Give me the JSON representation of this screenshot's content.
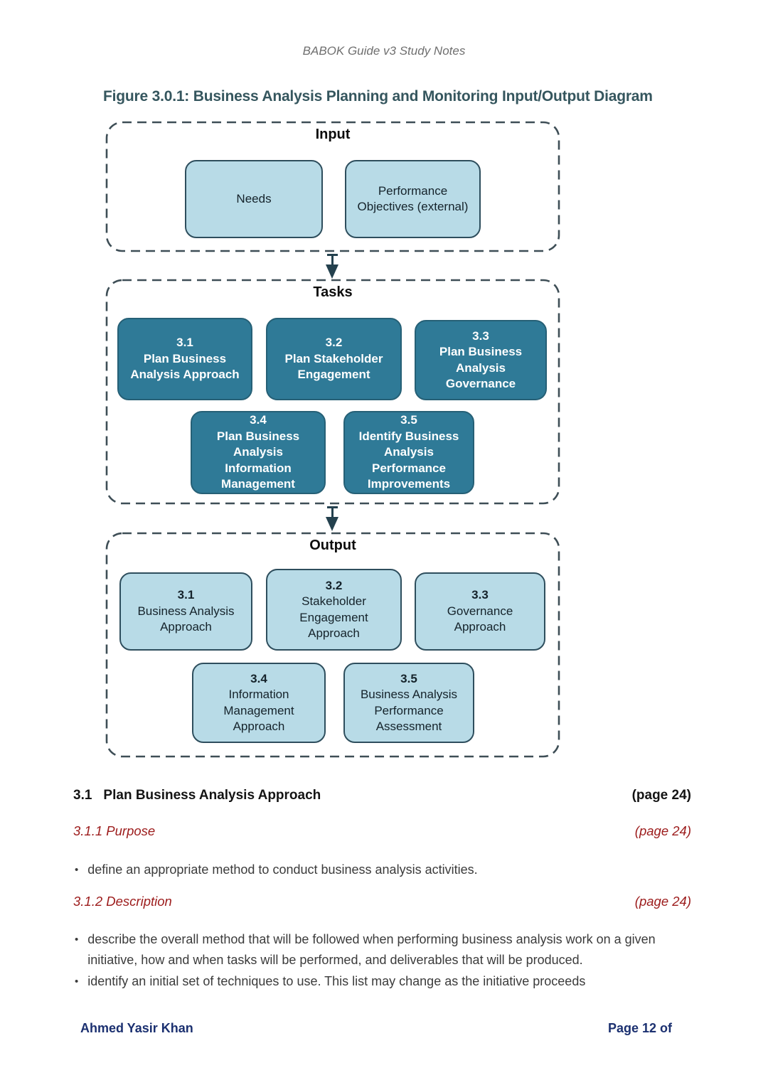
{
  "colors": {
    "dark_teal_box": "#2f7a97",
    "light_blue_box": "#b8dbe7",
    "dashed_border": "#3e4e56",
    "figure_title": "#35565e",
    "heading_red": "#9c1b1b",
    "footer_navy": "#1b3070"
  },
  "header": {
    "title": "BABOK Guide v3 Study Notes"
  },
  "figure": {
    "title": "Figure 3.0.1: Business Analysis Planning and Monitoring Input/Output Diagram"
  },
  "diagram": {
    "input": {
      "label": "Input",
      "boxes": [
        {
          "text": "Needs"
        },
        {
          "text": "Performance\nObjectives (external)"
        }
      ]
    },
    "tasks": {
      "label": "Tasks",
      "boxes": [
        {
          "number": "3.1",
          "text": "Plan Business\nAnalysis Approach"
        },
        {
          "number": "3.2",
          "text": "Plan Stakeholder\nEngagement"
        },
        {
          "number": "3.3",
          "text": "Plan Business\nAnalysis\nGovernance"
        },
        {
          "number": "3.4",
          "text": "Plan Business\nAnalysis\nInformation\nManagement"
        },
        {
          "number": "3.5",
          "text": "Identify Business\nAnalysis\nPerformance\nImprovements"
        }
      ]
    },
    "output": {
      "label": "Output",
      "boxes": [
        {
          "number": "3.1",
          "text": "Business Analysis\nApproach"
        },
        {
          "number": "3.2",
          "text": "Stakeholder\nEngagement\nApproach"
        },
        {
          "number": "3.3",
          "text": "Governance Approach"
        },
        {
          "number": "3.4",
          "text": "Information\nManagement\nApproach"
        },
        {
          "number": "3.5",
          "text": "Business Analysis\nPerformance\nAssessment"
        }
      ]
    }
  },
  "sections": {
    "main": {
      "number": "3.1",
      "title": "Plan Business Analysis Approach",
      "page_ref": "(page 24)"
    },
    "purpose": {
      "title": "3.1.1 Purpose",
      "page_ref": "(page 24)"
    },
    "purpose_bullets": [
      "define an appropriate method to conduct business analysis activities."
    ],
    "description": {
      "title": "3.1.2 Description",
      "page_ref": "(page 24)"
    },
    "description_bullets": [
      "describe the overall method that will be followed when performing business analysis work on a given initiative, how and when tasks will be performed, and deliverables that will be produced.",
      "identify an initial set of techniques to use. This list may change as the initiative proceeds"
    ]
  },
  "footer": {
    "author": "Ahmed Yasir Khan",
    "page_label": "Page 12 of"
  },
  "ui": {
    "bullet": "•"
  }
}
